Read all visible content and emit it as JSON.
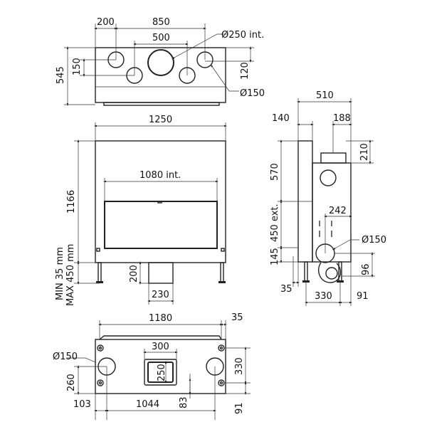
{
  "top_view": {
    "w200": "200",
    "w850": "850",
    "w500": "500",
    "h545": "545",
    "h150": "150",
    "h120": "120",
    "flue_main": "Ø250 int.",
    "flue_small": "Ø150"
  },
  "front_view": {
    "w1250": "1250",
    "w1080": "1080 int.",
    "h1166": "1166",
    "leg_min": "MIN 35 mm",
    "leg_max": "MAX 450 mm",
    "h200": "200",
    "w230": "230"
  },
  "side_view": {
    "w510": "510",
    "w140": "140",
    "w188": "188",
    "h210": "210",
    "h570": "570",
    "h450": "450 ext.",
    "h145": "145",
    "w242": "242",
    "flue": "Ø150",
    "h96": "96",
    "w35": "35",
    "w330": "330",
    "w91": "91"
  },
  "bottom_view": {
    "w1180": "1180",
    "w35": "35",
    "w300": "300",
    "h250": "250",
    "flue": "Ø150",
    "h260": "260",
    "w103": "103",
    "w1044": "1044",
    "h83": "83",
    "h330": "330",
    "h91": "91"
  }
}
